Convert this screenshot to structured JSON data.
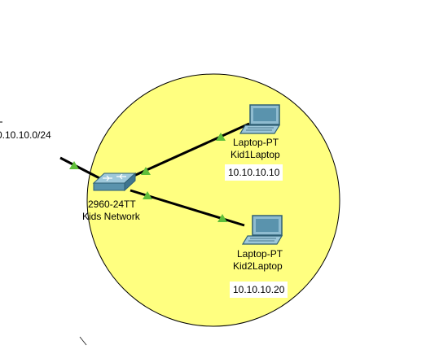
{
  "workspace": {
    "cluster_color": "#ffff80",
    "link_color": "#000000",
    "indicator_color": "#5fbf3a"
  },
  "external_network": {
    "subnet_label": "0.10.10.0/24"
  },
  "devices": {
    "switch": {
      "icon": "switch-icon",
      "model": "2960-24TT",
      "name": "Kids Network"
    },
    "laptop1": {
      "icon": "laptop-icon",
      "model": "Laptop-PT",
      "name": "Kid1Laptop",
      "ip": "10.10.10.10"
    },
    "laptop2": {
      "icon": "laptop-icon",
      "model": "Laptop-PT",
      "name": "Kid2Laptop",
      "ip": "10.10.10.20"
    }
  }
}
